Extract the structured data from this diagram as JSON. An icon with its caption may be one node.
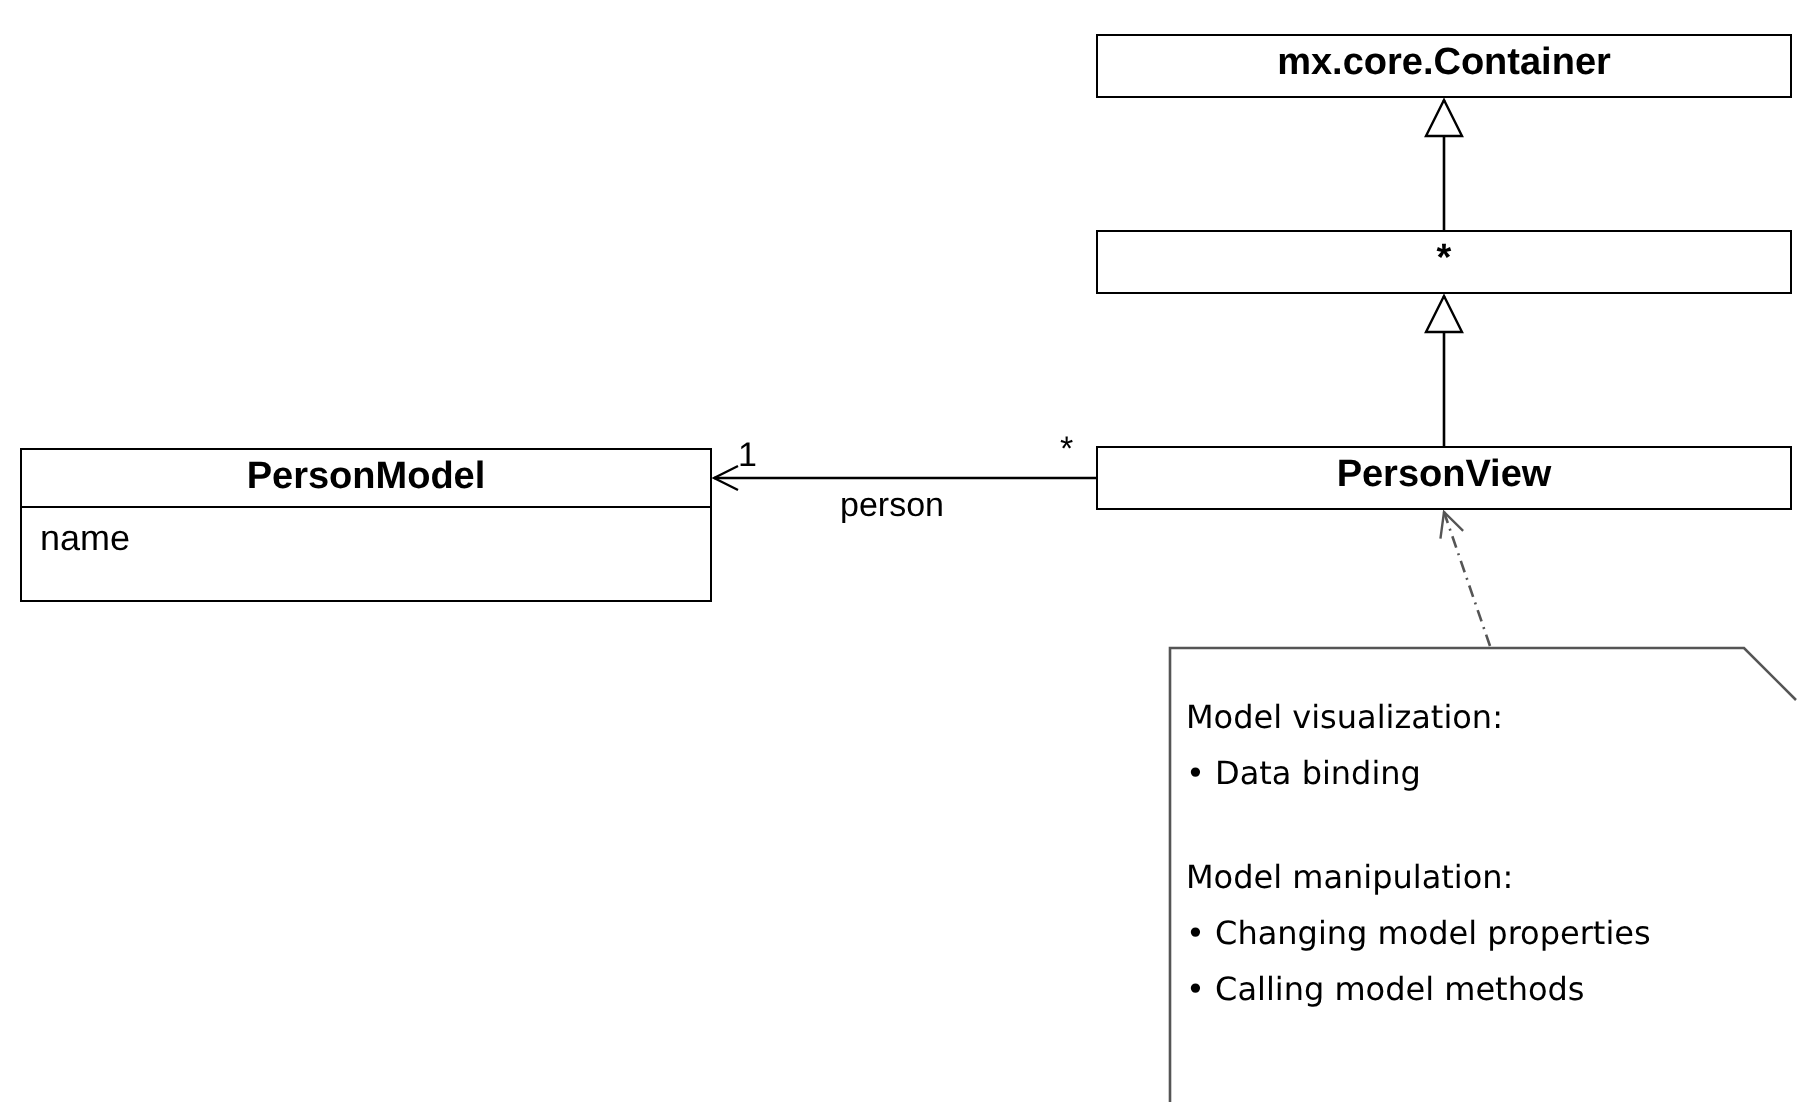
{
  "diagram": {
    "nodes": [
      {
        "text": [
          "mx.core.Container"
        ]
      },
      {
        "text": [
          "*"
        ]
      },
      {
        "text": [
          "PersonModel",
          "name"
        ]
      },
      {
        "text": [
          "PersonView"
        ]
      },
      {
        "text": [
          "Model visualization:",
          "• Data binding",
          "Model manipulation:",
          "• Changing model properties",
          "• Calling model methods"
        ]
      }
    ],
    "edges": [
      {
        "from": 1,
        "to": 0,
        "arrow": "to"
      },
      {
        "from": 3,
        "to": 1,
        "arrow": "to"
      },
      {
        "from": 3,
        "to": 2,
        "arrow": "to",
        "label": "person"
      },
      {
        "from": 4,
        "to": 3,
        "arrow": "to",
        "style": "dashed"
      }
    ],
    "labels": [
      "1",
      "*"
    ]
  }
}
